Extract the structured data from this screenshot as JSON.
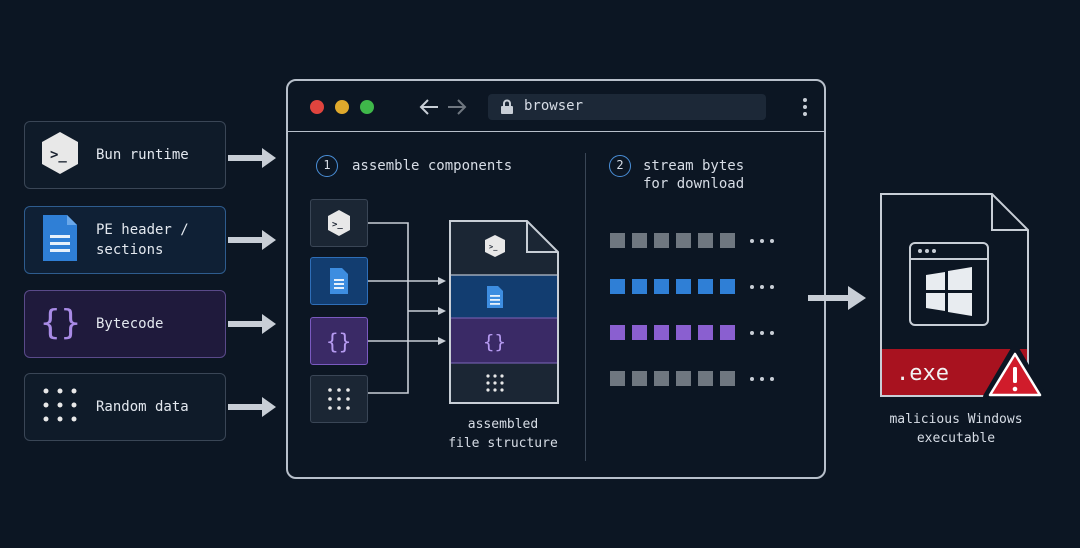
{
  "inputs": [
    {
      "label": "Bun runtime",
      "icon": "bun-runtime-icon"
    },
    {
      "label": "PE header /\nsections",
      "icon": "document-icon"
    },
    {
      "label": "Bytecode",
      "icon": "braces-icon"
    },
    {
      "label": "Random data",
      "icon": "dot-grid-icon"
    }
  ],
  "browser": {
    "url": "browser",
    "step1": {
      "number": "1",
      "text": "assemble components"
    },
    "step2": {
      "number": "2",
      "text": "stream bytes\nfor download"
    },
    "file_label": "assembled\nfile structure"
  },
  "output": {
    "extension": ".exe",
    "label": "malicious Windows\nexecutable"
  },
  "colors": {
    "background": "#0c1623",
    "blue": "#2f7fd6",
    "purple": "#8a5fd0",
    "gray": "#6f7780",
    "red": "#a8121f",
    "dot_red": "#e0443e",
    "dot_yellow": "#e0a92c",
    "dot_green": "#3fb84a"
  },
  "byte_rows": [
    {
      "color": "gray"
    },
    {
      "color": "blue"
    },
    {
      "color": "purple"
    },
    {
      "color": "gray"
    }
  ]
}
